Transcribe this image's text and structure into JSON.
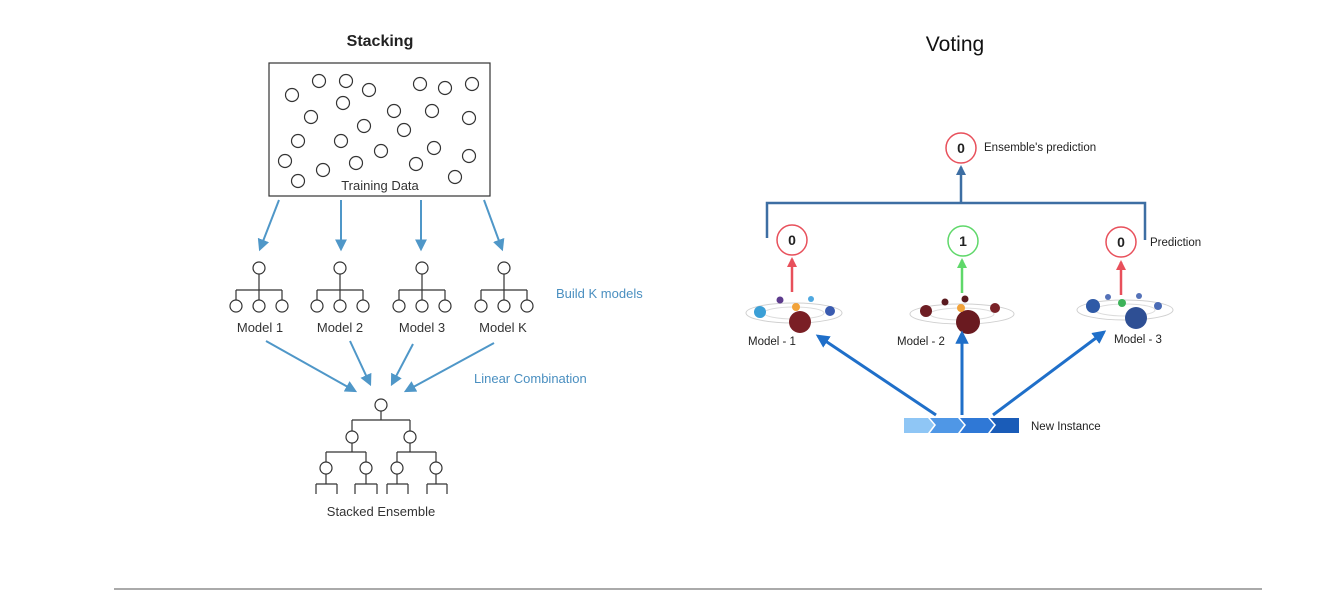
{
  "stacking": {
    "title": "Stacking",
    "training_data_label": "Training Data",
    "build_label": "Build K models",
    "combination_label": "Linear Combination",
    "ensemble_label": "Stacked Ensemble",
    "models": [
      "Model 1",
      "Model 2",
      "Model 3",
      "Model K"
    ]
  },
  "voting": {
    "title": "Voting",
    "ensemble_prediction_value": "0",
    "ensemble_prediction_label": "Ensemble's prediction",
    "prediction_label": "Prediction",
    "new_instance_label": "New Instance",
    "models": [
      {
        "name": "Model - 1",
        "prediction": "0"
      },
      {
        "name": "Model - 2",
        "prediction": "1"
      },
      {
        "name": "Model - 3",
        "prediction": "0"
      }
    ]
  },
  "colors": {
    "stack_arrow": "#4f97c8",
    "vote_arrow": "#1f6fc9",
    "pred_zero": "#e8505b",
    "pred_one": "#5fd86a",
    "bracket": "#3d6ea3"
  }
}
